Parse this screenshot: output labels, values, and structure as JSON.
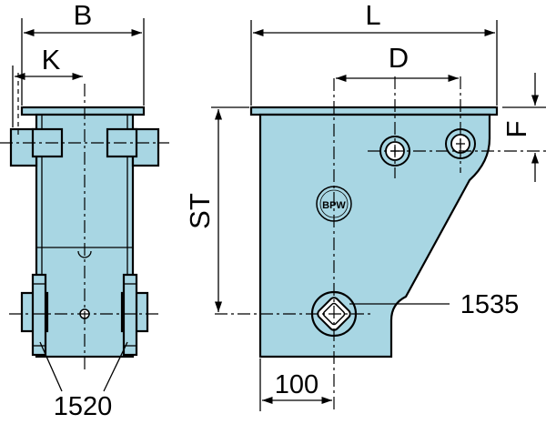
{
  "dimensions": {
    "side_width": "B",
    "side_offset": "K",
    "total_length": "L",
    "hole_spacing": "D",
    "hole_offset": "F",
    "stroke": "ST",
    "bottom_offset": "100"
  },
  "callouts": {
    "left_view_part": "1520",
    "pivot_part": "1535"
  },
  "logo": {
    "text": "BPW"
  },
  "colors": {
    "part_fill": "#a8d6e3",
    "line": "#000000",
    "background": "#ffffff"
  }
}
